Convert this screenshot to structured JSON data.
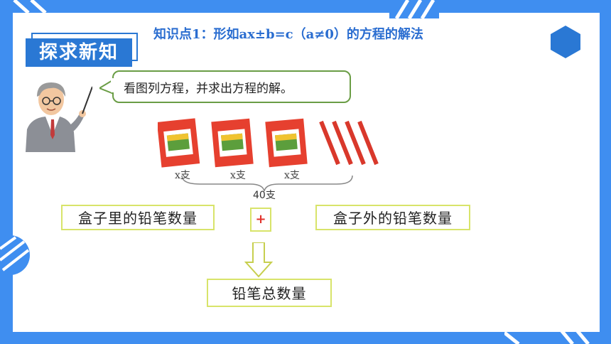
{
  "header": {
    "section_title": "探求新知",
    "knowledge_point": "知识点1：形如ax±b=c（a≠0）的方程的解法"
  },
  "prompt": {
    "text": "看图列方程，并求出方程的解。"
  },
  "illustration": {
    "box_labels": [
      "x支",
      "x支",
      "x支"
    ],
    "total_label": "40支"
  },
  "diagram": {
    "left_term": "盒子里的铅笔数量",
    "operator": "+",
    "right_term": "盒子外的铅笔数量",
    "result": "铅笔总数量"
  },
  "colors": {
    "background": "#3f8ef0",
    "accent_blue": "#2a78d4",
    "bubble_border": "#6a9d45",
    "tag_border": "#d8e46a",
    "operator_red": "#e2332c"
  }
}
